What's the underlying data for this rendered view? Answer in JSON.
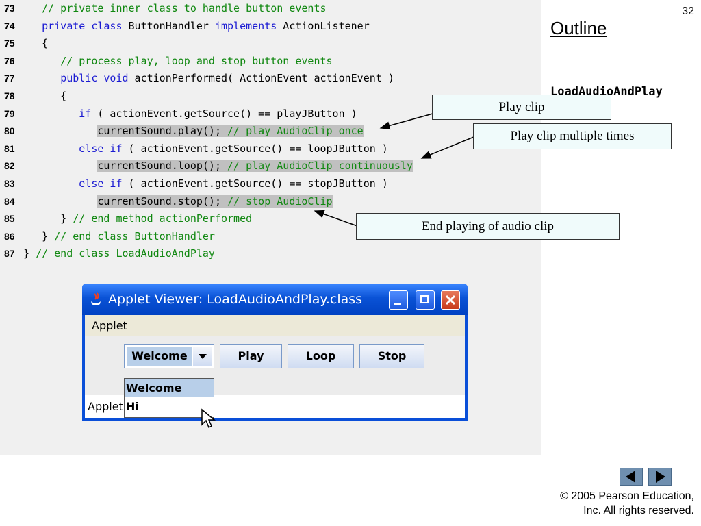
{
  "slide_number": "32",
  "outline": {
    "title": "Outline",
    "side_label": "LoadAudioAndPlay"
  },
  "code_lines": [
    {
      "num": "73",
      "segments": [
        {
          "t": "   ",
          "c": "tx"
        },
        {
          "t": "// private inner class to handle button events",
          "c": "cm"
        }
      ]
    },
    {
      "num": "74",
      "segments": [
        {
          "t": "   ",
          "c": "tx"
        },
        {
          "t": "private class",
          "c": "kw"
        },
        {
          "t": " ButtonHandler ",
          "c": "tx"
        },
        {
          "t": "implements",
          "c": "kw"
        },
        {
          "t": " ActionListener",
          "c": "tx"
        }
      ]
    },
    {
      "num": "75",
      "segments": [
        {
          "t": "   {",
          "c": "tx"
        }
      ]
    },
    {
      "num": "76",
      "segments": [
        {
          "t": "      ",
          "c": "tx"
        },
        {
          "t": "// process play, loop and stop button events",
          "c": "cm"
        }
      ]
    },
    {
      "num": "77",
      "segments": [
        {
          "t": "      ",
          "c": "tx"
        },
        {
          "t": "public void",
          "c": "kw"
        },
        {
          "t": " actionPerformed( ActionEvent actionEvent )",
          "c": "tx"
        }
      ]
    },
    {
      "num": "78",
      "segments": [
        {
          "t": "      {",
          "c": "tx"
        }
      ]
    },
    {
      "num": "79",
      "segments": [
        {
          "t": "         ",
          "c": "tx"
        },
        {
          "t": "if",
          "c": "kw"
        },
        {
          "t": " ( actionEvent.getSource() == playJButton )",
          "c": "tx"
        }
      ]
    },
    {
      "num": "80",
      "segments": [
        {
          "t": "            ",
          "c": "tx"
        },
        {
          "t": "currentSound.play(); ",
          "c": "tx",
          "h": true
        },
        {
          "t": "// play AudioClip once",
          "c": "cm",
          "h": true
        }
      ]
    },
    {
      "num": "81",
      "segments": [
        {
          "t": "         ",
          "c": "tx"
        },
        {
          "t": "else if",
          "c": "kw"
        },
        {
          "t": " ( actionEvent.getSource() == loopJButton )",
          "c": "tx"
        }
      ]
    },
    {
      "num": "82",
      "segments": [
        {
          "t": "            ",
          "c": "tx"
        },
        {
          "t": "currentSound.loop(); ",
          "c": "tx",
          "h": true
        },
        {
          "t": "// play AudioClip continuously",
          "c": "cm",
          "h": true
        }
      ]
    },
    {
      "num": "83",
      "segments": [
        {
          "t": "         ",
          "c": "tx"
        },
        {
          "t": "else if",
          "c": "kw"
        },
        {
          "t": " ( actionEvent.getSource() == stopJButton )",
          "c": "tx"
        }
      ]
    },
    {
      "num": "84",
      "segments": [
        {
          "t": "            ",
          "c": "tx"
        },
        {
          "t": "currentSound.stop(); ",
          "c": "tx",
          "h": true
        },
        {
          "t": "// stop AudioClip",
          "c": "cm",
          "h": true
        }
      ]
    },
    {
      "num": "85",
      "segments": [
        {
          "t": "      } ",
          "c": "tx"
        },
        {
          "t": "// end method actionPerformed",
          "c": "cm"
        }
      ]
    },
    {
      "num": "86",
      "segments": [
        {
          "t": "   } ",
          "c": "tx"
        },
        {
          "t": "// end class ButtonHandler",
          "c": "cm"
        }
      ]
    },
    {
      "num": "87",
      "segments": [
        {
          "t": "} ",
          "c": "tx"
        },
        {
          "t": "// end class LoadAudioAndPlay",
          "c": "cm"
        }
      ]
    }
  ],
  "callouts": {
    "play": "Play clip",
    "loop": "Play clip multiple times",
    "stop": "End playing of audio clip"
  },
  "applet": {
    "title": "Applet Viewer: LoadAudioAndPlay.class",
    "menu": "Applet",
    "combo_value": "Welcome",
    "buttons": {
      "play": "Play",
      "loop": "Loop",
      "stop": "Stop"
    },
    "dropdown_options": [
      "Welcome",
      "Hi"
    ],
    "status": "Applet started."
  },
  "footer": {
    "copyright_line1": "© 2005 Pearson Education,",
    "copyright_line2": "Inc.  All rights reserved."
  }
}
